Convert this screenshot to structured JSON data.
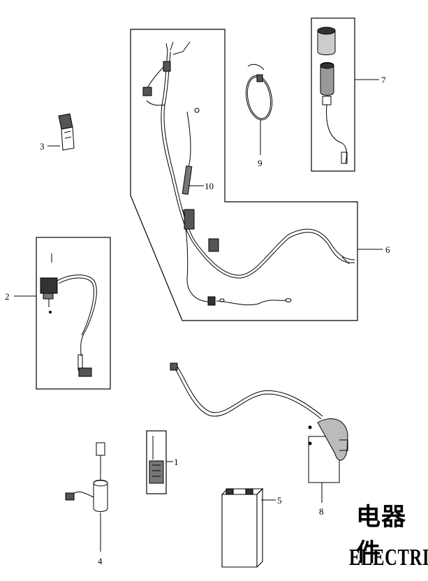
{
  "callouts": {
    "c1": "1",
    "c2": "2",
    "c3": "3",
    "c4": "4",
    "c5": "5",
    "c6": "6",
    "c7": "7",
    "c8": "8",
    "c9": "9",
    "c10": "10"
  },
  "title": {
    "chinese": "电器件",
    "english": "ELECTRIC"
  }
}
